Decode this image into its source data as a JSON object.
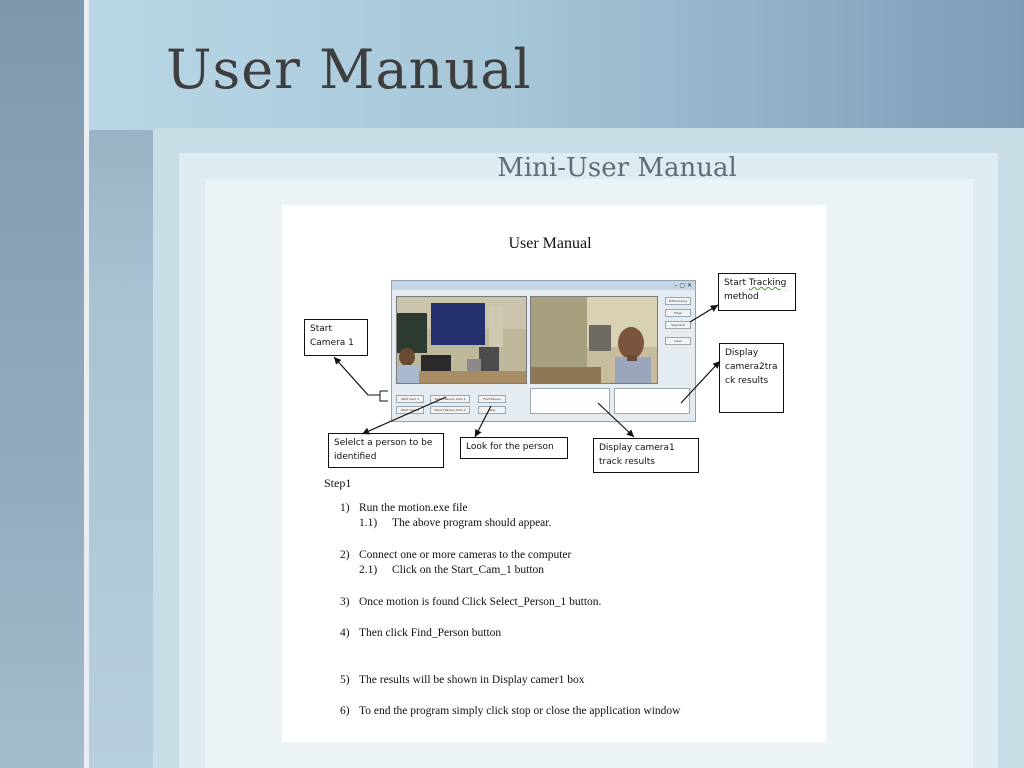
{
  "slide": {
    "title": "User Manual",
    "subtitle": "Mini-User Manual"
  },
  "doc": {
    "title": "User Manual",
    "app_window": {
      "buttons_side": [
        "Differencing",
        "Edge",
        "Segment",
        "Clear"
      ],
      "buttons_bottom": [
        "Start Cam 1",
        "Select Person Cam 1",
        "Find Person",
        "Start Cam 2",
        "Select Person Cam 2",
        "Stop"
      ],
      "win_controls": "– ▢ ✕"
    },
    "callouts": {
      "tracking_pre": "Start ",
      "tracking_word": "Tracking",
      "tracking_post": "method",
      "display2_l1": "Display",
      "display2_l2": "camera2tra",
      "display2_l3": "ck results",
      "cam1_l1": "Start",
      "cam1_l2": "Camera 1",
      "select": "Selelct a person to be identified",
      "look": "Look for the person",
      "display1_l1": "Display camera1",
      "display1_l2": "track results"
    },
    "step_heading": "Step1",
    "steps": [
      {
        "num": "1)",
        "text": "Run the motion.exe file",
        "sub": {
          "num": "1.1)",
          "text": "The above program should appear."
        }
      },
      {
        "num": "2)",
        "text": "Connect  one or more cameras to the computer",
        "sub": {
          "num": "2.1)",
          "text": "Click on the Start_Cam_1 button"
        }
      },
      {
        "num": "3)",
        "text": "Once motion is found Click Select_Person_1 button."
      },
      {
        "num": "4)",
        "text": "Then click Find_Person button"
      },
      {
        "num": "5)",
        "text": "The results will be shown in Display camer1 box"
      },
      {
        "num": "6)",
        "text": "To end the program simply click stop or close the application window"
      }
    ]
  }
}
